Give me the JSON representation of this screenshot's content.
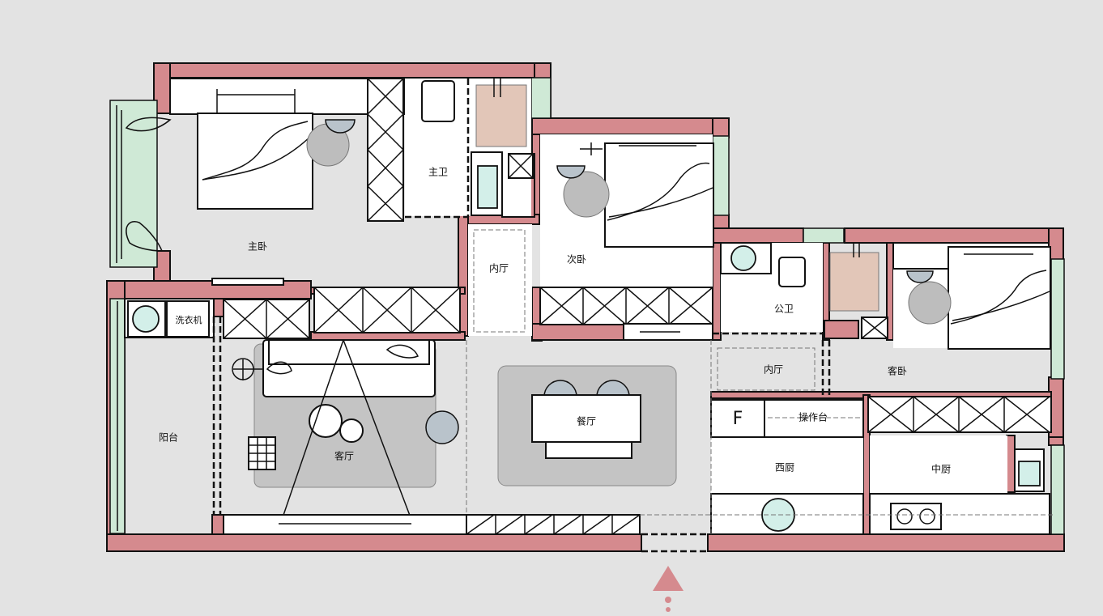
{
  "colors": {
    "background": "#e3e3e3",
    "wall": "#d58a8e",
    "window": "#cfe9d6",
    "fixture": "#d3efe9",
    "rug": "#c4c4c4",
    "entrance_marker": "#d58a8e"
  },
  "rooms": {
    "master_bedroom": "主卧",
    "master_bath": "主卫",
    "inner_hall_1": "内厅",
    "second_bedroom": "次卧",
    "public_bath": "公卫",
    "guest_bedroom": "客卧",
    "inner_hall_2": "内厅",
    "laundry": "洗衣机",
    "balcony": "阳台",
    "living_room": "客厅",
    "dining_room": "餐厅",
    "counter": "操作台",
    "western_kitchen": "西厨",
    "chinese_kitchen": "中厨",
    "fridge_mark": "F"
  },
  "icons": {
    "entrance": "triangle-up-icon"
  }
}
